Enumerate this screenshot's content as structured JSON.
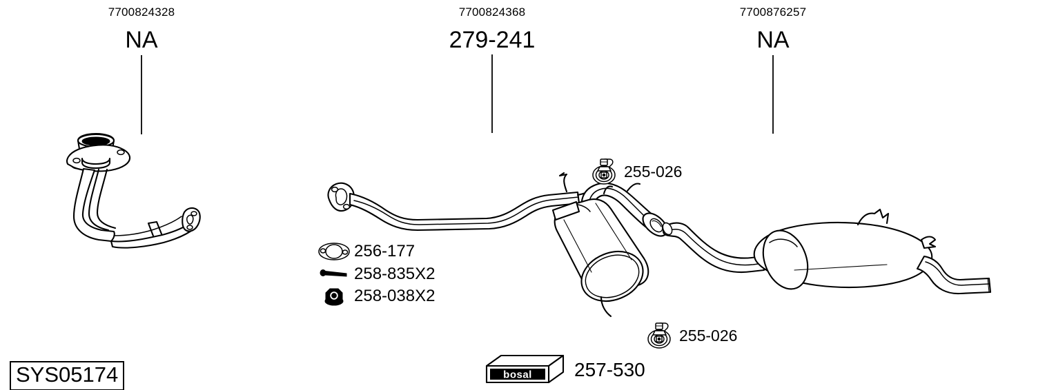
{
  "diagram": {
    "title_codes": [
      {
        "oe_ref": "7700824328",
        "code": "NA"
      },
      {
        "oe_ref": "7700824368",
        "code": "279-241"
      },
      {
        "oe_ref": "7700876257",
        "code": "NA"
      }
    ],
    "small_parts": [
      {
        "icon": "gasket-icon",
        "label": "256-177"
      },
      {
        "icon": "bolt-icon",
        "label": "258-835X2"
      },
      {
        "icon": "flange-nut-icon",
        "label": "258-038X2"
      }
    ],
    "hangers": [
      {
        "icon": "rubber-mount-icon",
        "label": "255-026"
      },
      {
        "icon": "rubber-mount-icon",
        "label": "255-026"
      }
    ],
    "brand": {
      "logo_text": "bosal",
      "label": "257-530"
    },
    "system_code": "SYS05174",
    "colors": {
      "line": "#000000",
      "background": "#ffffff"
    }
  }
}
